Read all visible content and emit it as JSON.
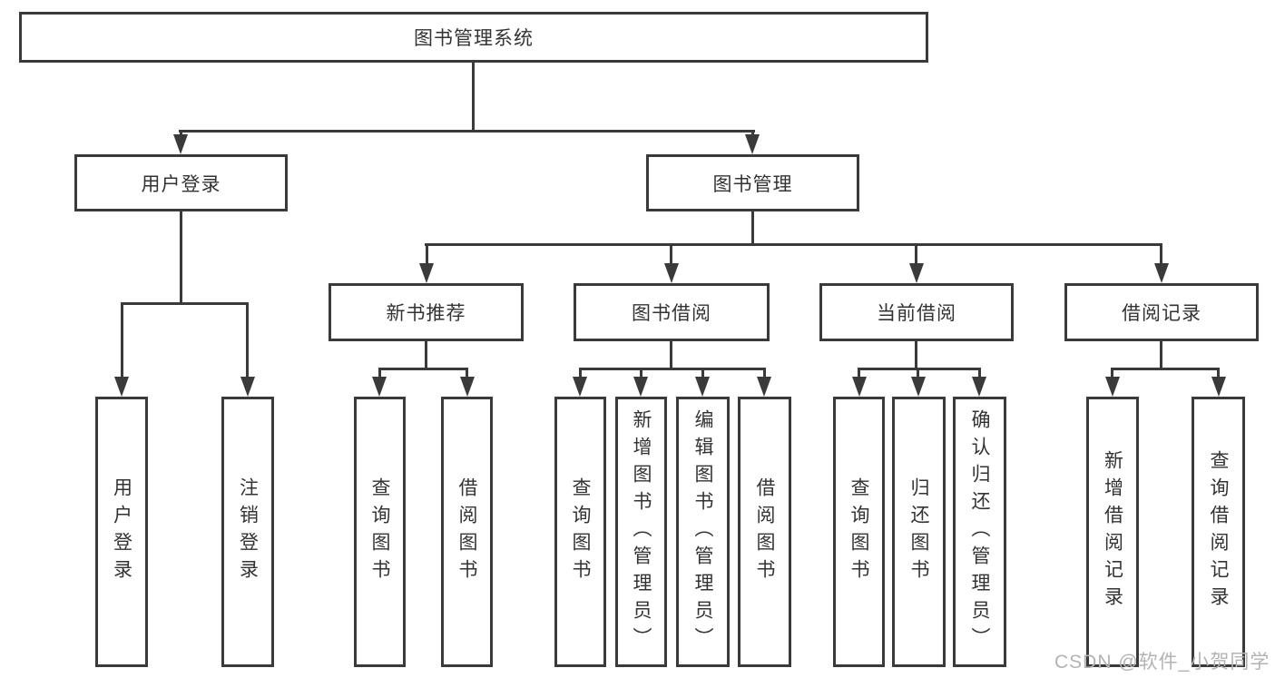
{
  "colors": {
    "line": "#3a3a3a",
    "text": "#333333",
    "background": "#ffffff",
    "watermark": "#b3b3b3"
  },
  "root": {
    "label": "图书管理系统"
  },
  "branches": [
    {
      "label": "用户登录",
      "children": [
        {
          "label": "用户登录"
        },
        {
          "label": "注销登录"
        }
      ]
    },
    {
      "label": "图书管理",
      "children": [
        {
          "label": "新书推荐",
          "children": [
            {
              "label": "查询图书"
            },
            {
              "label": "借阅图书"
            }
          ]
        },
        {
          "label": "图书借阅",
          "children": [
            {
              "label": "查询图书"
            },
            {
              "label": "新增图书（管理员）"
            },
            {
              "label": "编辑图书（管理员）"
            },
            {
              "label": "借阅图书"
            }
          ]
        },
        {
          "label": "当前借阅",
          "children": [
            {
              "label": "查询图书"
            },
            {
              "label": "归还图书"
            },
            {
              "label": "确认归还（管理员）"
            }
          ]
        },
        {
          "label": "借阅记录",
          "children": [
            {
              "label": "新增借阅记录"
            },
            {
              "label": "查询借阅记录"
            }
          ]
        }
      ]
    }
  ],
  "watermark": "CSDN @软件_小贺同学"
}
